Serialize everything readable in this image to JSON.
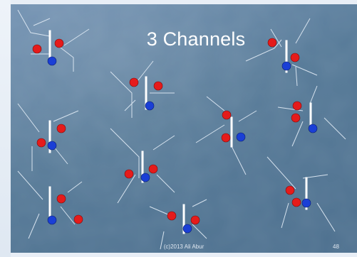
{
  "slide": {
    "title": "3 Channels",
    "footer_copyright": "(c)2013 Ali Abur",
    "page_number": "48"
  },
  "legend_colors": {
    "red": "#e51b1b",
    "blue": "#1a3fd6",
    "bus_bar": "#ffffff",
    "line": "#d7e3ee"
  }
}
